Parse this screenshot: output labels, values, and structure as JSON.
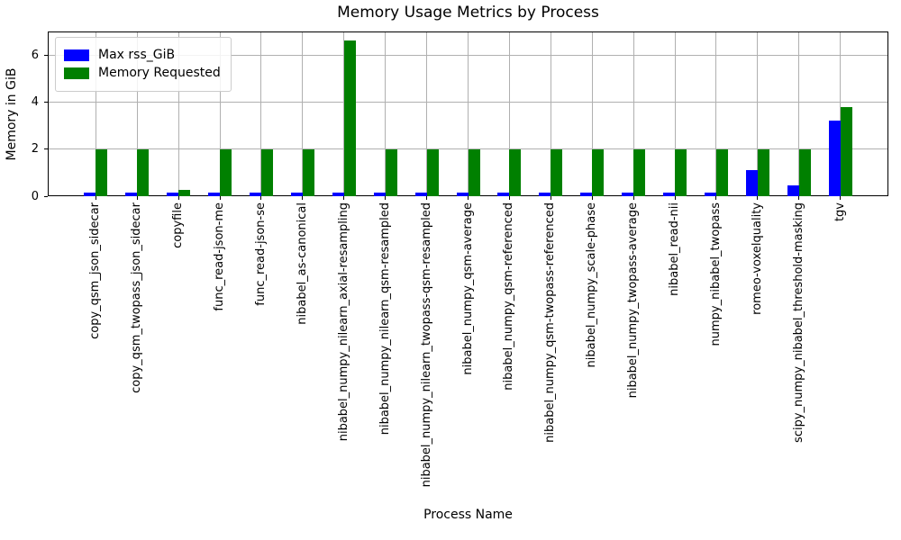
{
  "chart_data": {
    "type": "bar",
    "title": "Memory Usage Metrics by Process",
    "xlabel": "Process Name",
    "ylabel": "Memory in GiB",
    "ylim": [
      0,
      7
    ],
    "yticks": [
      0,
      2,
      4,
      6
    ],
    "grid": true,
    "legend_position": "upper left",
    "categories": [
      "copy_qsm_json_sidecar",
      "copy_qsm_twopass_json_sidecar",
      "copyfile",
      "func_read-json-me",
      "func_read-json-se",
      "nibabel_as-canonical",
      "nibabel_numpy_nilearn_axial-resampling",
      "nibabel_numpy_nilearn_qsm-resampled",
      "nibabel_numpy_nilearn_twopass-qsm-resampled",
      "nibabel_numpy_qsm-average",
      "nibabel_numpy_qsm-referenced",
      "nibabel_numpy_qsm-twopass-referenced",
      "nibabel_numpy_scale-phase",
      "nibabel_numpy_twopass-average",
      "nibabel_read-nii",
      "numpy_nibabel_twopass",
      "romeo-voxelquality",
      "scipy_numpy_nibabel_threshold-masking",
      "tgv"
    ],
    "series": [
      {
        "name": "Max rss_GiB",
        "color": "#0000ff",
        "values": [
          0.16,
          0.16,
          0.16,
          0.16,
          0.16,
          0.16,
          0.16,
          0.16,
          0.16,
          0.16,
          0.16,
          0.16,
          0.16,
          0.16,
          0.16,
          0.16,
          1.1,
          0.45,
          3.2
        ]
      },
      {
        "name": "Memory Requested",
        "color": "#008000",
        "values": [
          2,
          2,
          0.25,
          2,
          2,
          2,
          6.6,
          2,
          2,
          2,
          2,
          2,
          2,
          2,
          2,
          2,
          2,
          2,
          3.8
        ]
      }
    ],
    "colors": {
      "grid": "#b0b0b0",
      "spine": "#000000",
      "text": "#000000",
      "background": "#ffffff"
    }
  }
}
